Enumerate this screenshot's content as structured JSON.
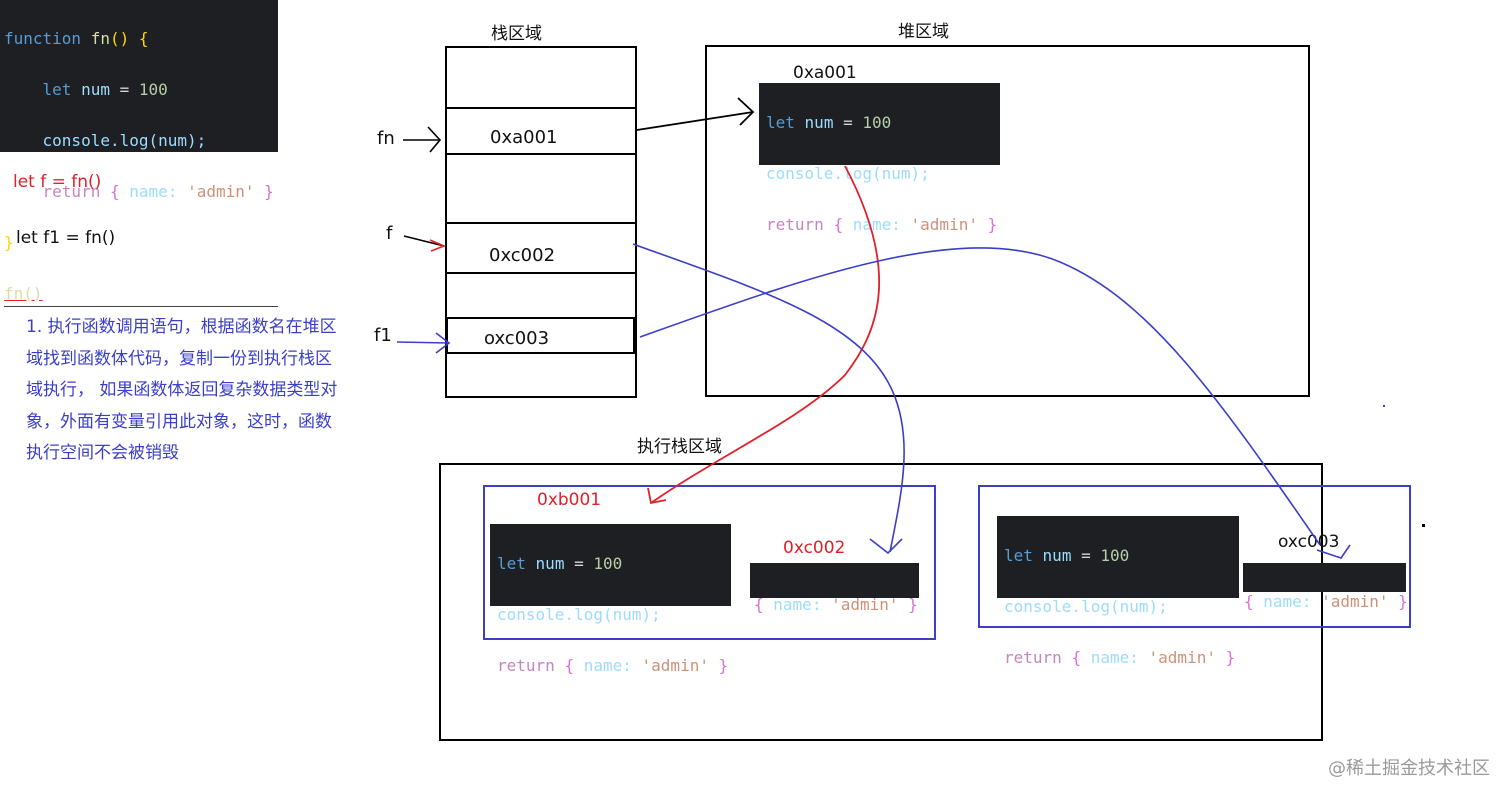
{
  "code_top": {
    "line1_kw": "function",
    "line1_fn": "fn",
    "line1_rest": "() {",
    "line2_kw": "let",
    "line2_var": "num",
    "line2_eq": " = ",
    "line2_num": "100",
    "line3": "console.log(num);",
    "line4_ret": "return",
    "line4_obj_open": "{",
    "line4_key": "name:",
    "line4_val": "'admin'",
    "line4_obj_close": "}",
    "line5": "}",
    "line6": "fn()"
  },
  "statements": {
    "let_f": "let f = fn()",
    "let_f1": "let f1 = fn()"
  },
  "note": {
    "line1": "1. 执行函数调用语句，根据函数名在堆区",
    "line2": "域找到函数体代码，复制一份到执行栈区",
    "line3": "域执行， 如果函数体返回复杂数据类型对",
    "line4": "象，外面有变量引用此对象，这时，函数",
    "line5": "执行空间不会被销毁"
  },
  "stack": {
    "title": "栈区域",
    "var_fn": "fn",
    "var_f": "f",
    "var_f1": "f1",
    "addr_fn": "0xa001",
    "addr_f": "0xc002",
    "addr_f1": "oxc003"
  },
  "heap": {
    "title": "堆区域",
    "addr": "0xa001",
    "code_l1_kw": "let",
    "code_l1_var": "num",
    "code_l1_eq": " = ",
    "code_l1_num": "100",
    "code_l2": "console.log(num);",
    "code_l3_ret": "return",
    "code_l3_open": "{",
    "code_l3_key": "name:",
    "code_l3_val": "'admin'",
    "code_l3_close": "}"
  },
  "exec": {
    "title": "执行栈区域",
    "left_addr": "0xb001",
    "left_obj_addr": "0xc002",
    "right_obj_addr": "oxc003",
    "obj_open": "{",
    "obj_key": "name:",
    "obj_val": "'admin'",
    "obj_close": "}"
  },
  "watermark": "@稀土掘金技术社区",
  "colors": {
    "code_bg": "#1e1f22",
    "red_arrow": "#e0202a",
    "blue_arrow": "#3b3fc6",
    "black": "#000000"
  }
}
